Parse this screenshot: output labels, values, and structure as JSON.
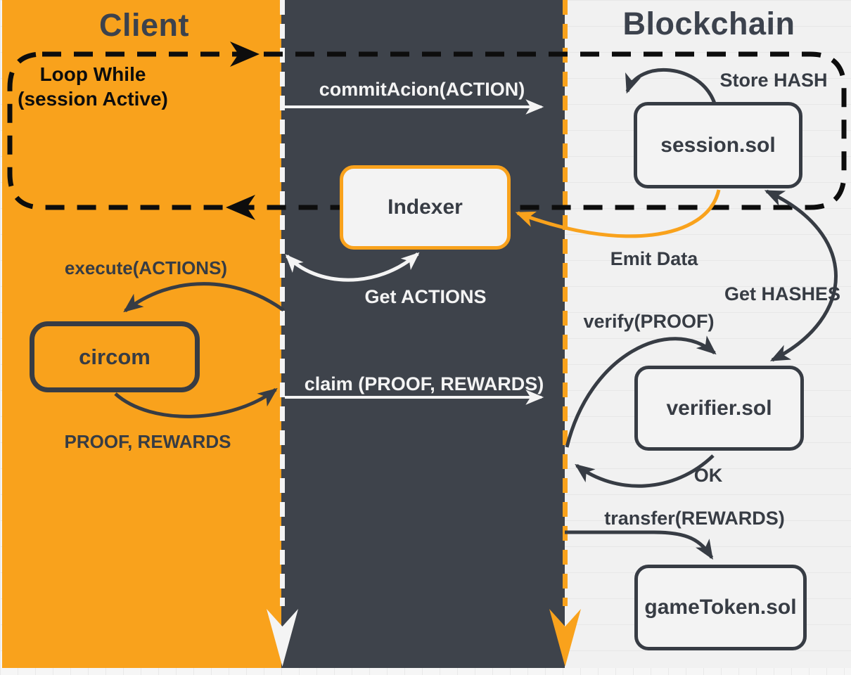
{
  "colors": {
    "orange": "#F9A21C",
    "dark": "#3E434B",
    "light": "#F1F1F1",
    "stroke": "#373C44",
    "heading": "#3C424D",
    "black": "#0D0D0D",
    "white": "#F4F4F4",
    "node_bg": "#F3F3F3"
  },
  "headings": {
    "client": "Client",
    "blockchain": "Blockchain"
  },
  "loop": {
    "label": "Loop While\n(session Active)"
  },
  "nodes": {
    "indexer": {
      "label": "Indexer"
    },
    "circom": {
      "label": "circom"
    },
    "session": {
      "label": "session.sol"
    },
    "verifier": {
      "label": "verifier.sol"
    },
    "game_token": {
      "label": "gameToken.sol"
    }
  },
  "edges": {
    "commit_action": {
      "label": "commitAcion(ACTION)"
    },
    "store_hash": {
      "label": "Store HASH"
    },
    "emit_data": {
      "label": "Emit Data"
    },
    "get_actions": {
      "label": "Get ACTIONS"
    },
    "get_hashes": {
      "label": "Get HASHES"
    },
    "execute_actions": {
      "label": "execute(ACTIONS)"
    },
    "proof_rewards": {
      "label": "PROOF, REWARDS"
    },
    "claim": {
      "label": "claim (PROOF, REWARDS)"
    },
    "verify_proof": {
      "label": "verify(PROOF)"
    },
    "ok": {
      "label": "OK"
    },
    "transfer_rewards": {
      "label": "transfer(REWARDS)"
    }
  }
}
